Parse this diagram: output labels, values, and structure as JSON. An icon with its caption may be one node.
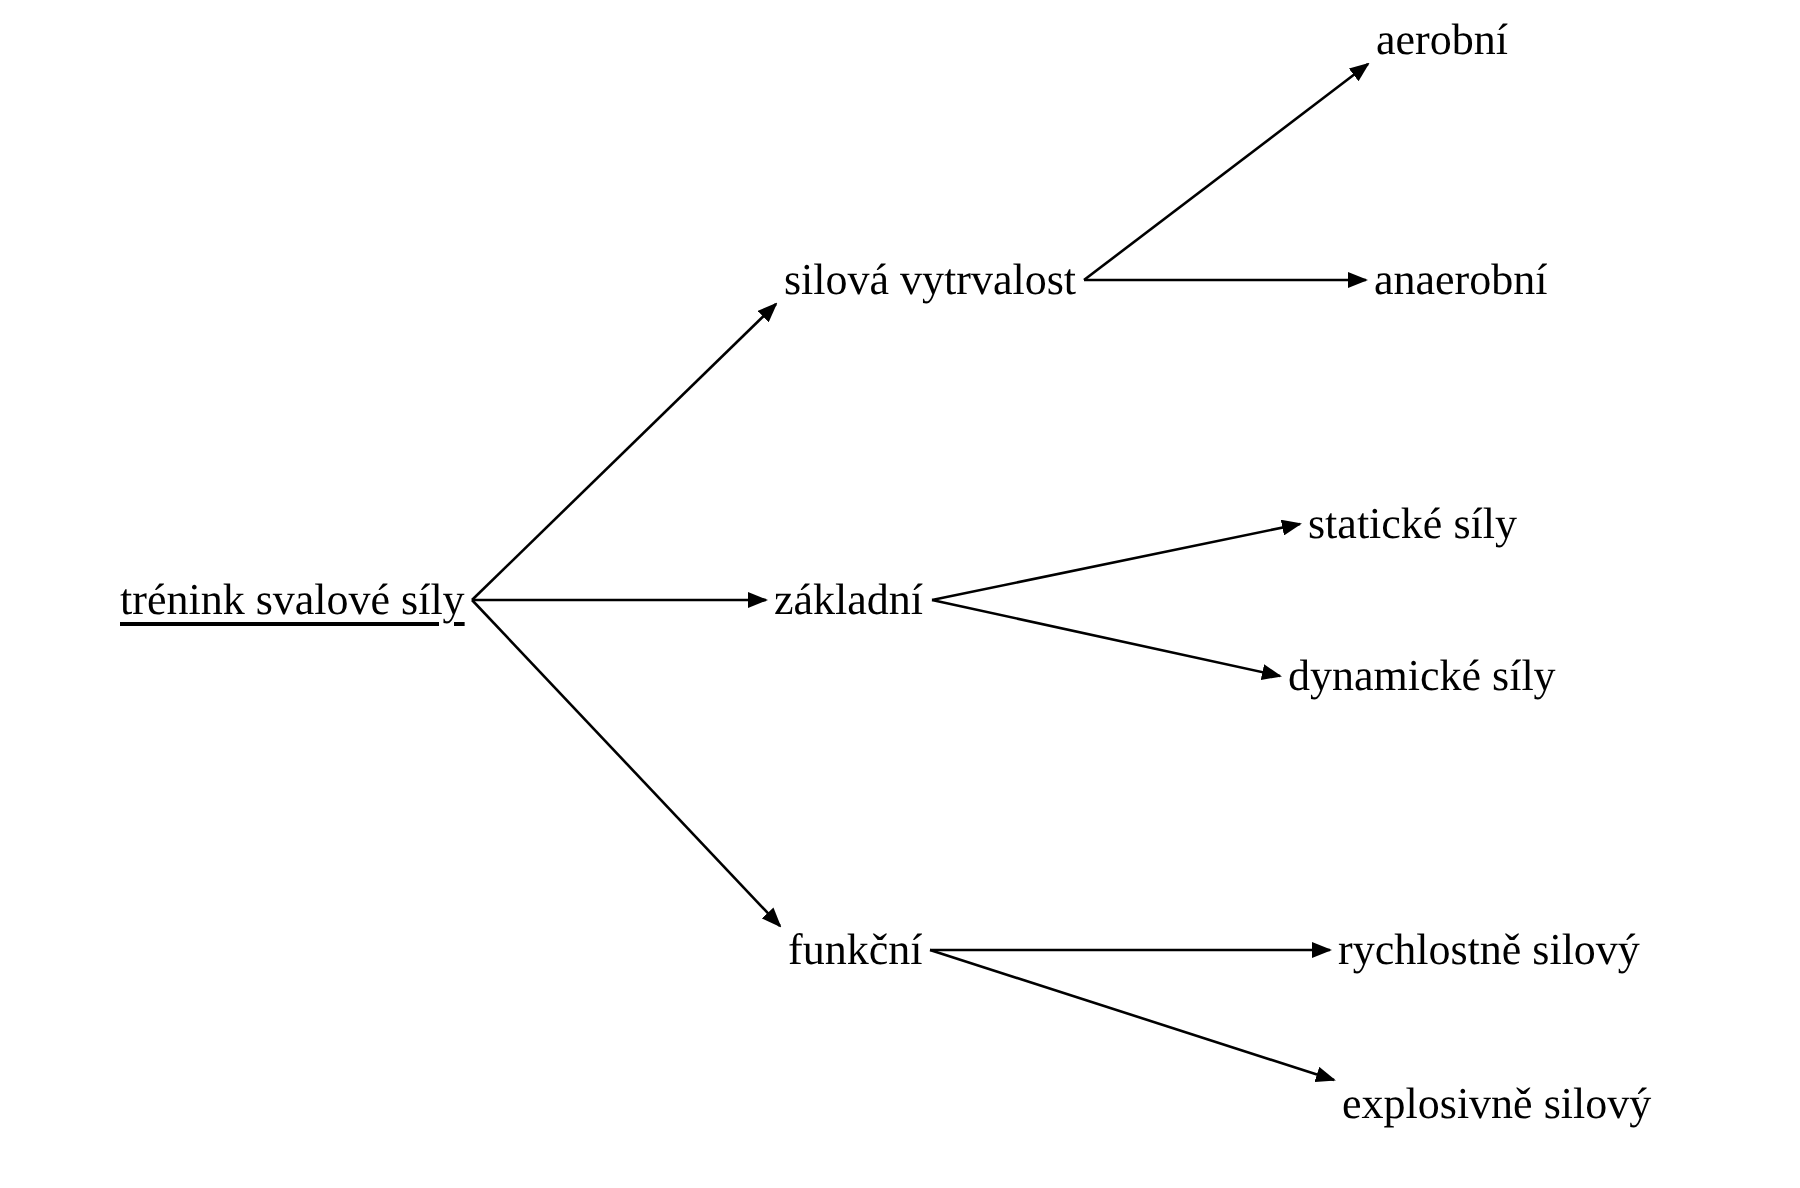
{
  "diagram": {
    "nodes": [
      {
        "text": [
          "trénink svalové síly"
        ]
      },
      {
        "text": [
          "silová vytrvalost"
        ]
      },
      {
        "text": [
          "aerobní"
        ]
      },
      {
        "text": [
          "anaerobní"
        ]
      },
      {
        "text": [
          "základní"
        ]
      },
      {
        "text": [
          "statické síly"
        ]
      },
      {
        "text": [
          "dynamické síly"
        ]
      },
      {
        "text": [
          "funkční"
        ]
      },
      {
        "text": [
          "rychlostně silový"
        ]
      },
      {
        "text": [
          "explosivně silový"
        ]
      }
    ],
    "edges": [
      {
        "from": 0,
        "to": 1,
        "arrow": "to"
      },
      {
        "from": 0,
        "to": 4,
        "arrow": "to"
      },
      {
        "from": 0,
        "to": 7,
        "arrow": "to"
      },
      {
        "from": 1,
        "to": 2,
        "arrow": "to"
      },
      {
        "from": 1,
        "to": 3,
        "arrow": "to"
      },
      {
        "from": 4,
        "to": 5,
        "arrow": "to"
      },
      {
        "from": 4,
        "to": 6,
        "arrow": "to"
      },
      {
        "from": 7,
        "to": 8,
        "arrow": "to"
      },
      {
        "from": 7,
        "to": 9,
        "arrow": "to"
      }
    ]
  }
}
